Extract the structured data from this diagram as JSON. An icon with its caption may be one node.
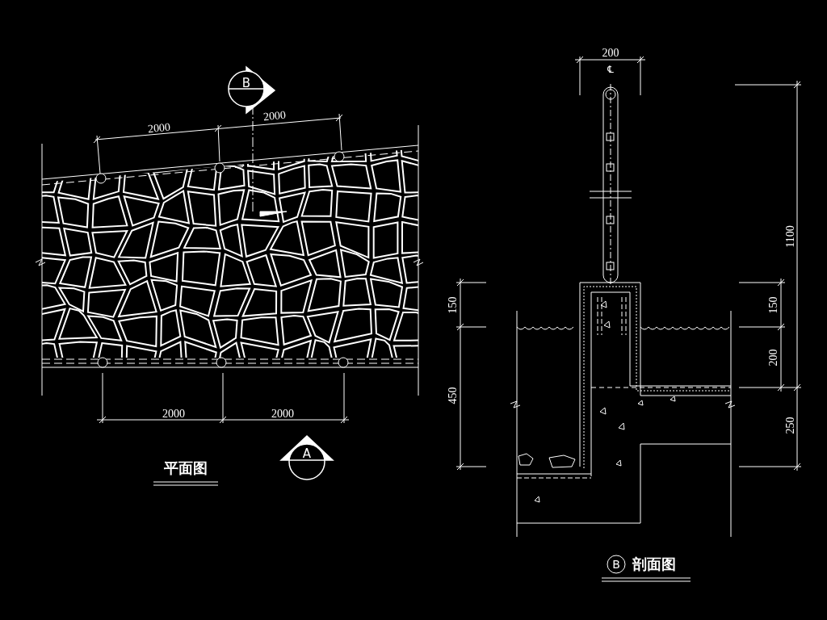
{
  "diagram": {
    "labels": [
      "B",
      "2000",
      "2000",
      "2000",
      "2000",
      "A",
      "平面图",
      "200",
      "℄",
      "1100",
      "150",
      "150",
      "450",
      "200",
      "250",
      "B",
      "剖面图"
    ]
  }
}
